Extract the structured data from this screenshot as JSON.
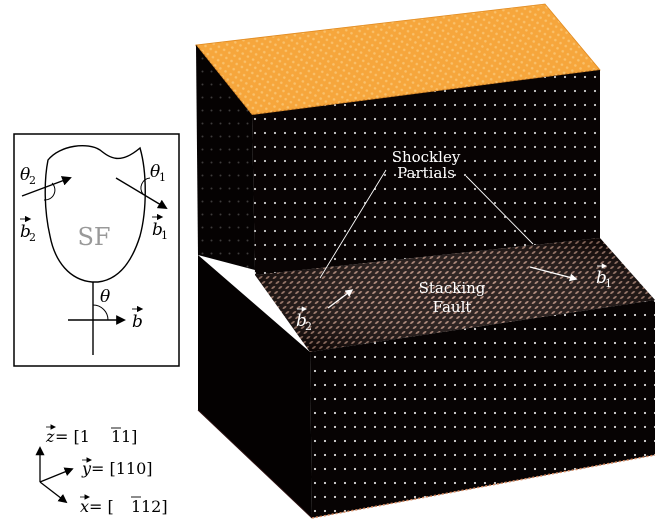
{
  "inset": {
    "theta1": "θ",
    "theta1_sub": "1",
    "theta2": "θ",
    "theta2_sub": "2",
    "b1": "b",
    "b1_sub": "1",
    "b2": "b",
    "b2_sub": "2",
    "sf": "SF",
    "theta": "θ",
    "b": "b"
  },
  "crystal": {
    "partials_line1": "Shockley",
    "partials_line2": "Partials",
    "stacking_line1": "Stacking",
    "stacking_line2": "Fault",
    "b1": "b",
    "b1_sub": "1",
    "b2": "b",
    "b2_sub": "2"
  },
  "axes": {
    "z_var": "z",
    "z_eq": " = [1",
    "z_bar": "1",
    "z_end": "1]",
    "y_var": "y",
    "y_eq": " = [110]",
    "x_var": "x",
    "x_eq": " = [",
    "x_bar": "1",
    "x_end": "12]"
  },
  "colors": {
    "crystal_face": "#0a0505",
    "top_surface": "#f4a43a",
    "atom_dots": "#ffffff",
    "sf_glow": "#c97a55",
    "label_text": "#ffffff",
    "gray_label": "#999999"
  }
}
